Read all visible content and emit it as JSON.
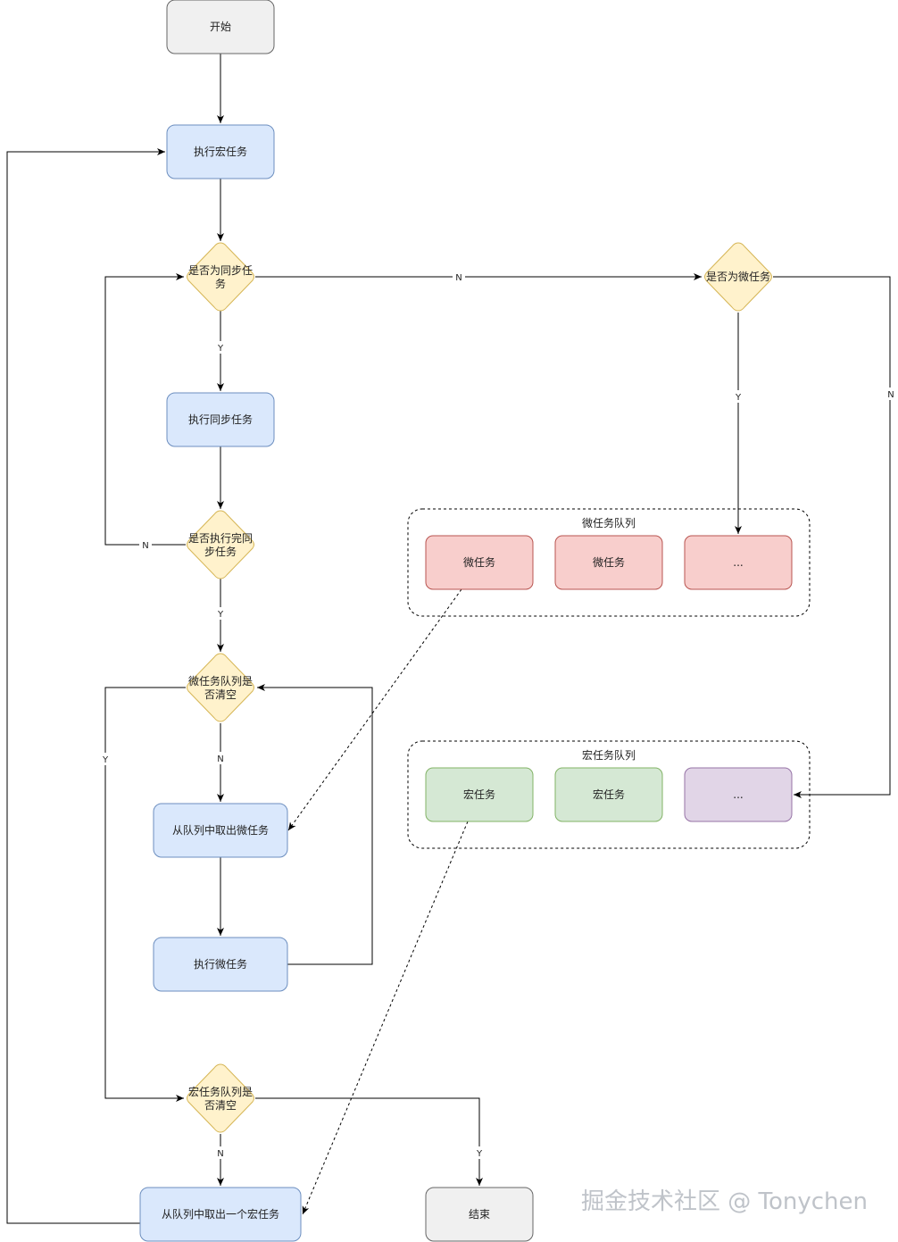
{
  "colors": {
    "terminal_fill": "#f0f0f0",
    "terminal_stroke": "#666666",
    "process_fill": "#dae8fc",
    "process_stroke": "#6c8ebf",
    "decision_fill": "#fff2cc",
    "decision_stroke": "#d6b656",
    "micro_fill": "#f8cecc",
    "micro_stroke": "#b85450",
    "macro_fill": "#d5e8d4",
    "macro_stroke": "#82b366",
    "macro_more_fill": "#e1d5e7",
    "macro_more_stroke": "#9673a6",
    "edge": "#000000"
  },
  "nodes": {
    "start": "开始",
    "exec_macro": "执行宏任务",
    "is_sync": [
      "是否为同步任",
      "务"
    ],
    "exec_sync": "执行同步任务",
    "sync_done": [
      "是否执行完同",
      "步任务"
    ],
    "micro_empty": [
      "微任务队列是",
      "否清空"
    ],
    "take_micro": "从队列中取出微任务",
    "exec_micro": "执行微任务",
    "macro_empty": [
      "宏任务队列是",
      "否清空"
    ],
    "take_macro": "从队列中取出一个宏任务",
    "end": "结束",
    "is_micro": "是否为微任务"
  },
  "groups": {
    "micro_queue": {
      "label": "微任务队列",
      "items": [
        "微任务",
        "微任务",
        "..."
      ]
    },
    "macro_queue": {
      "label": "宏任务队列",
      "items": [
        "宏任务",
        "宏任务",
        "..."
      ]
    }
  },
  "edge_labels": {
    "yes": "Y",
    "no": "N"
  },
  "watermark": "掘金技术社区 @ Tonychen"
}
